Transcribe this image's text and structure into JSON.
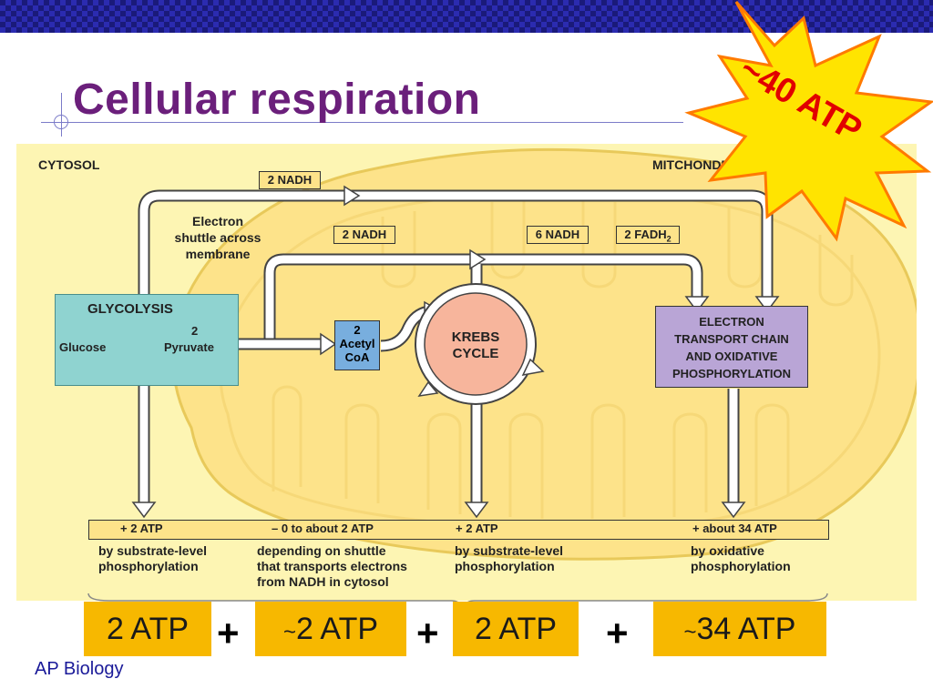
{
  "slide": {
    "title": "Cellular respiration",
    "footer": "AP Biology",
    "starburst": "~40 ATP"
  },
  "diagram": {
    "cytosol_label": "CYTOSOL",
    "mitochondrion_label": "MITCHONDRION",
    "tag_2nadh_top": "2 NADH",
    "tag_2nadh_mid": "2 NADH",
    "tag_6nadh": "6 NADH",
    "tag_2fadh2": "2 FADH",
    "tag_2fadh2_sub": "2",
    "shuttle_line1": "Electron",
    "shuttle_line2": "shuttle across",
    "shuttle_line3": "membrane",
    "glycolysis_title": "GLYCOLYSIS",
    "glucose": "Glucose",
    "pyruvate_count": "2",
    "pyruvate": "Pyruvate",
    "acetyl_line1": "2",
    "acetyl_line2": "Acetyl",
    "acetyl_line3": "CoA",
    "krebs_line1": "KREBS",
    "krebs_line2": "CYCLE",
    "etc_line1": "ELECTRON",
    "etc_line2": "TRANSPORT CHAIN",
    "etc_line3": "AND OXIDATIVE",
    "etc_line4": "PHOSPHORYLATION"
  },
  "atp_bar": [
    {
      "value": "+ 2 ATP",
      "desc1": "by substrate-level",
      "desc2": "phosphorylation",
      "desc3": ""
    },
    {
      "value": "– 0 to about 2 ATP",
      "desc1": "depending on shuttle",
      "desc2": "that transports electrons",
      "desc3": "from NADH in cytosol"
    },
    {
      "value": "+ 2 ATP",
      "desc1": "by substrate-level",
      "desc2": "phosphorylation",
      "desc3": ""
    },
    {
      "value": "+ about 34 ATP",
      "desc1": "by oxidative",
      "desc2": "phosphorylation",
      "desc3": ""
    }
  ],
  "totals": {
    "box1": "2 ATP",
    "box2_tilde": "~",
    "box2": "2 ATP",
    "box3": "2 ATP",
    "box4_tilde": "~",
    "box4": "34 ATP",
    "plus": "+"
  },
  "colors": {
    "title": "#6b1f7b",
    "panel": "#fdf5b3",
    "mitochondrion": "#fde38a",
    "glycolysis_box": "#8fd3d0",
    "etc_box": "#b9a5d6",
    "krebs": "#f7b59c",
    "total_box": "#f7b800",
    "starburst": "#ffe400",
    "starburst_text": "#e10000"
  }
}
